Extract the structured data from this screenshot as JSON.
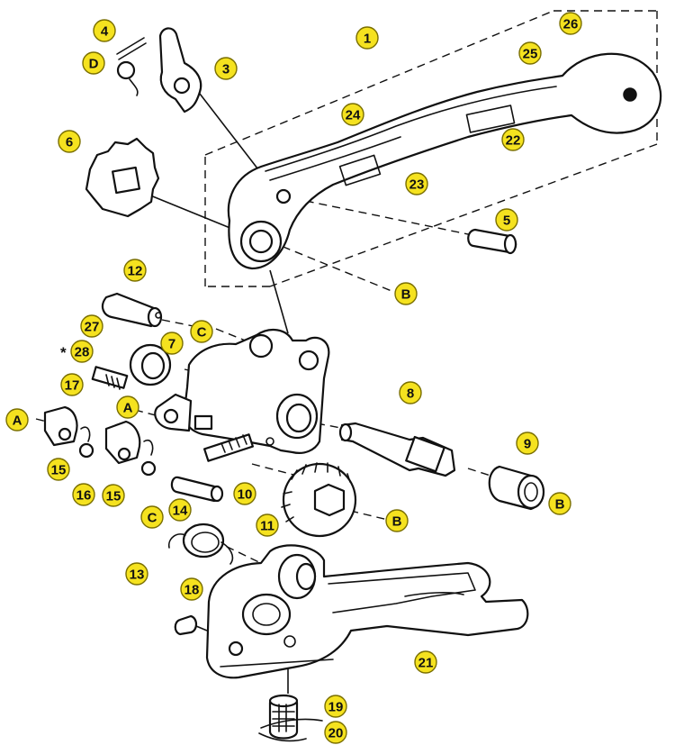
{
  "diagram": {
    "colors": {
      "callout_fill": "#f5e21f",
      "line": "#111111",
      "background": "#ffffff"
    },
    "part_numbers": [
      "1",
      "3",
      "4",
      "5",
      "6",
      "7",
      "8",
      "9",
      "10",
      "11",
      "12",
      "13",
      "14",
      "15",
      "16",
      "17",
      "18",
      "19",
      "20",
      "21",
      "22",
      "23",
      "24",
      "25",
      "26",
      "27",
      "28"
    ],
    "reference_letters": [
      "A",
      "B",
      "C",
      "D"
    ],
    "callouts": {
      "c1": "1",
      "c3": "3",
      "c4": "4",
      "cD": "D",
      "c5": "5",
      "c6": "6",
      "c7": "7",
      "c8": "8",
      "c9": "9",
      "c10": "10",
      "c11": "11",
      "c12": "12",
      "c13": "13",
      "c14": "14",
      "c15a": "15",
      "c15b": "15",
      "c16": "16",
      "c17": "17",
      "c18": "18",
      "c19": "19",
      "c20": "20",
      "c21": "21",
      "c22": "22",
      "c23": "23",
      "c24": "24",
      "c25": "25",
      "c26": "26",
      "c27": "27",
      "c28": "28",
      "cA1": "A",
      "cA2": "A",
      "cB1": "B",
      "cB2": "B",
      "cB3": "B",
      "cC1": "C",
      "cC2": "C"
    },
    "marks": {
      "star": "*"
    }
  }
}
